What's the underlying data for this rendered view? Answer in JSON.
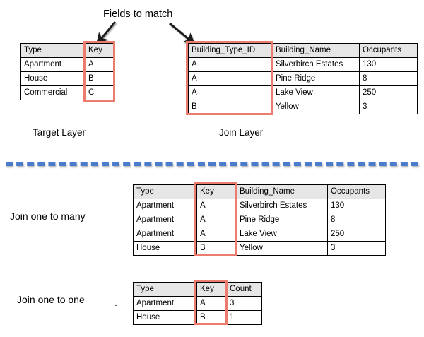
{
  "annotations": {
    "fields_to_match": "Fields to match",
    "arrow_left_name": "arrow-to-target-key",
    "arrow_right_name": "arrow-to-join-key"
  },
  "captions": {
    "target_layer": "Target Layer",
    "join_layer": "Join Layer",
    "join_one_to_many": "Join one to many",
    "join_one_to_one": "Join one to one"
  },
  "colors": {
    "highlight": "#ec7c6e",
    "header_fill": "#e7e6e6",
    "divider": "#4a7ccb",
    "border": "#000000"
  },
  "target_table": {
    "headers": [
      "Type",
      "Key"
    ],
    "rows": [
      [
        "Apartment",
        "A"
      ],
      [
        "House",
        "B"
      ],
      [
        "Commercial",
        "C"
      ]
    ],
    "highlight_column": "Key"
  },
  "join_table": {
    "headers": [
      "Building_Type_ID",
      "Building_Name",
      "Occupants"
    ],
    "rows": [
      [
        "A",
        "Silverbirch Estates",
        "130"
      ],
      [
        "A",
        "Pine Ridge",
        "8"
      ],
      [
        "A",
        "Lake View",
        "250"
      ],
      [
        "B",
        "Yellow",
        "3"
      ]
    ],
    "highlight_column": "Building_Type_ID"
  },
  "one_to_many_table": {
    "headers": [
      "Type",
      "Key",
      "Building_Name",
      "Occupants"
    ],
    "rows": [
      [
        "Apartment",
        "A",
        "Silverbirch Estates",
        "130"
      ],
      [
        "Apartment",
        "A",
        "Pine Ridge",
        "8"
      ],
      [
        "Apartment",
        "A",
        "Lake View",
        "250"
      ],
      [
        "House",
        "B",
        "Yellow",
        "3"
      ]
    ],
    "highlight_column": "Key"
  },
  "one_to_one_table": {
    "headers": [
      "Type",
      "Key",
      "Count"
    ],
    "rows": [
      [
        "Apartment",
        "A",
        "3"
      ],
      [
        "House",
        "B",
        "1"
      ]
    ],
    "highlight_column": "Key"
  }
}
